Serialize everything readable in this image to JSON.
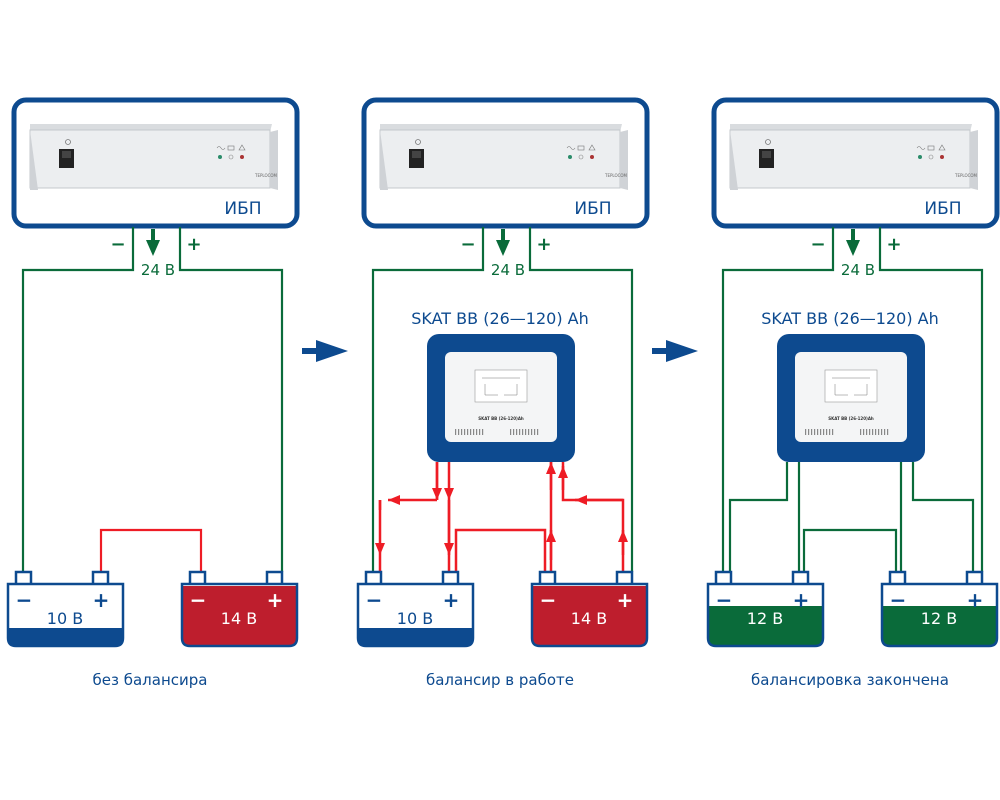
{
  "colors": {
    "blue": "#0d4a8f",
    "green": "#0a6b3a",
    "red": "#ee1c25",
    "battery_red": "#be1e2d",
    "battery_green": "#0a6b3a"
  },
  "panels": [
    {
      "ups_label": "ИБП",
      "minus": "−",
      "plus": "+",
      "voltage": "24 В",
      "balancer_title": "",
      "batteries": [
        {
          "label": "10 В",
          "minus": "−",
          "plus": "+",
          "state": "low"
        },
        {
          "label": "14 В",
          "minus": "−",
          "plus": "+",
          "state": "high"
        }
      ],
      "caption": "без балансира"
    },
    {
      "ups_label": "ИБП",
      "minus": "−",
      "plus": "+",
      "voltage": "24 В",
      "balancer_title": "SKAT BB (26—120) Ah",
      "batteries": [
        {
          "label": "10 В",
          "minus": "−",
          "plus": "+",
          "state": "low"
        },
        {
          "label": "14 В",
          "minus": "−",
          "plus": "+",
          "state": "high"
        }
      ],
      "caption": "балансир в работе"
    },
    {
      "ups_label": "ИБП",
      "minus": "−",
      "plus": "+",
      "voltage": "24 В",
      "balancer_title": "SKAT BB (26—120) Ah",
      "batteries": [
        {
          "label": "12 В",
          "minus": "−",
          "plus": "+",
          "state": "balanced"
        },
        {
          "label": "12 В",
          "minus": "−",
          "plus": "+",
          "state": "balanced"
        }
      ],
      "caption": "балансировка закончена"
    }
  ],
  "device_text": {
    "ups_brand": "TEPLOCOM",
    "balancer_model": "SKAT BB (26-120)Ah"
  }
}
